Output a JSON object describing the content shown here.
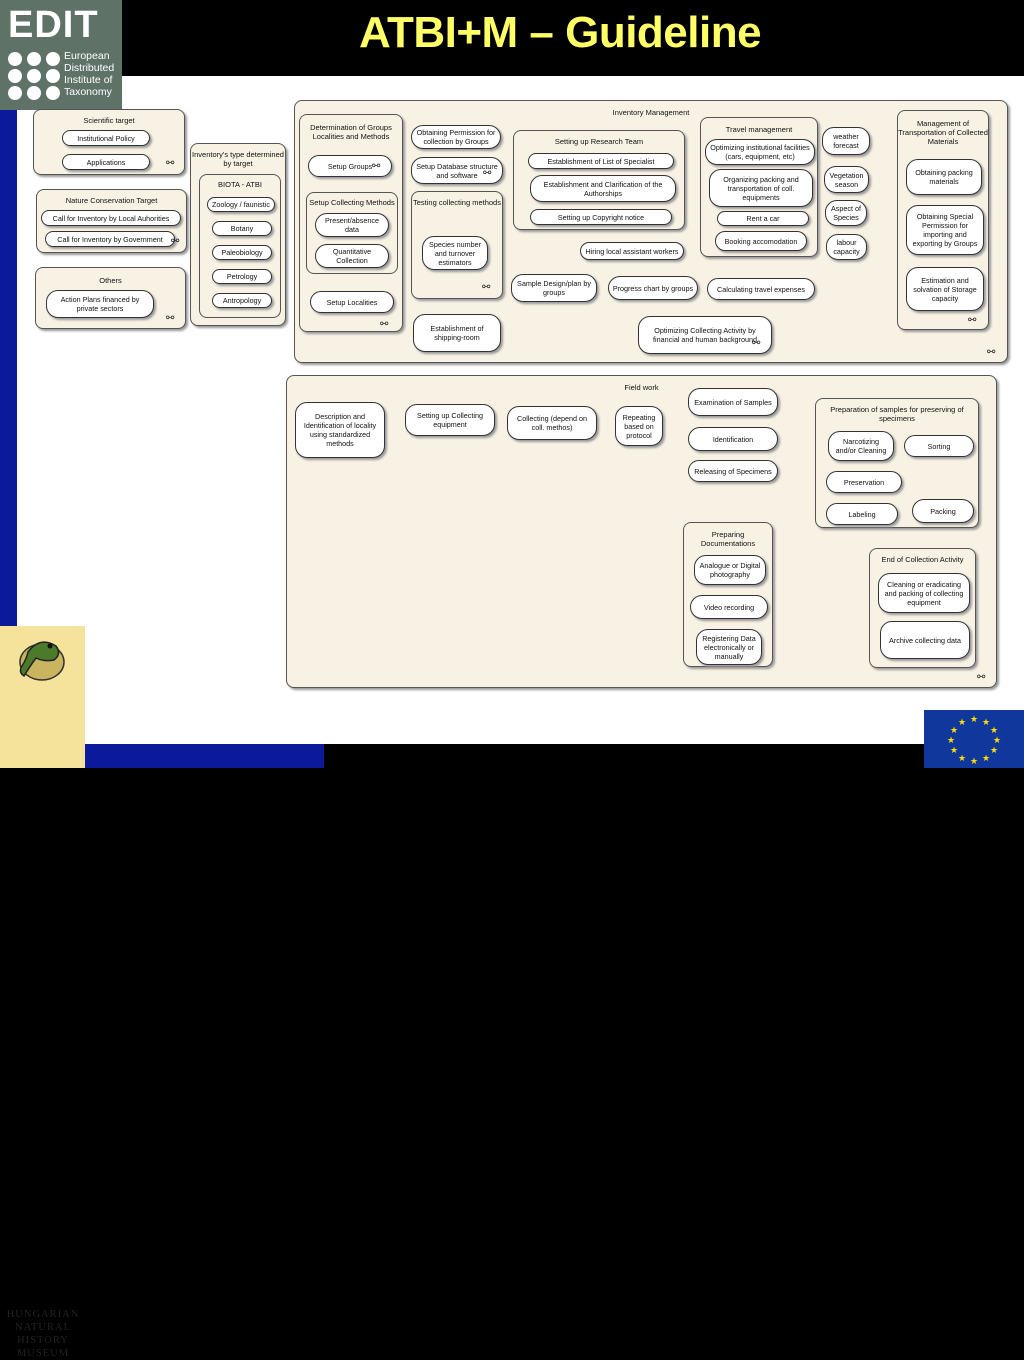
{
  "title": "ATBI+M – Guideline",
  "edit_logo": {
    "word": "EDIT",
    "lines": [
      "European",
      "Distributed",
      "Institute of",
      "Taxonomy"
    ]
  },
  "museum_logo": {
    "lines": [
      "HUNGARIAN",
      "NATURAL",
      "HISTORY",
      "MUSEUM"
    ]
  },
  "icons": {
    "link": "link-icon",
    "eu": "eu-flag-icon"
  },
  "colors": {
    "package_fill": "#f8f2e4",
    "title": "#ffff66",
    "strip_blue": "#0a1a9a"
  },
  "scientific_target": {
    "title": "Scientific target",
    "items": [
      "Institutional Policy",
      "Applications"
    ]
  },
  "nature_target": {
    "title": "Nature Conservation Target",
    "items": [
      "Call for Inventory by Local Auhorities",
      "Call for Inventory by Government"
    ]
  },
  "others": {
    "title": "Others",
    "items": [
      "Action Plans financed by private sectors"
    ]
  },
  "inventory_type": {
    "title": "Inventory's type determined by target",
    "biota_title": "BIOTA - ATBI",
    "items": [
      "Zoology / faunistic",
      "Botany",
      "Paleobiology",
      "Petrology",
      "Antropology"
    ]
  },
  "inventory_mgmt": {
    "title": "Inventory Management",
    "det_groups": {
      "title": "Determination of Groups Localities and Methods",
      "setup_groups": "Setup Groups",
      "collecting_methods": {
        "title": "Setup Collecting Methods",
        "items": [
          "Present/absence data",
          "Quantitative Collection"
        ]
      },
      "setup_localities": "Setup Localities"
    },
    "obtaining_permission": "Obtaining Permission for collection by Groups",
    "setup_database": "Setup Database structure and software",
    "testing": {
      "title": "Testing collecting methods",
      "item": "Species number and turnover estimators"
    },
    "shipping_room": "Establishment of shipping-room",
    "research_team": {
      "title": "Setting up Research Team",
      "items": [
        "Establishment of List of Specialist",
        "Establishment and Clarification of the Authorships",
        "Setting up Copyright notice"
      ]
    },
    "hiring": "Hiring local assistant workers",
    "sample_design": "Sample Design/plan by groups",
    "progress_chart": "Progress chart by groups",
    "travel_expenses": "Calculating travel expenses",
    "optimizing_activity": "Optimizing Collecting Activity by financial and human background",
    "travel": {
      "title": "Travel management",
      "items": [
        "Optimizing institutional facilities (cars,  equipment, etc)",
        "Organizing packing and transportation of coll. equipments",
        "Rent a car",
        "Booking accomodation"
      ]
    },
    "side_items": [
      "weather forecast",
      "Vegetation season",
      "Aspect of Species",
      "labour capacity"
    ],
    "transport": {
      "title": "Management of Transportation of Collected Materials",
      "items": [
        "Obtaining packing materials",
        "Obtaining Special Permission for importing and exporting by Groups",
        "Estimation and solvation of Storage capacity"
      ]
    }
  },
  "field_work": {
    "title": "Field work",
    "description": "Description and Identification of locality using standardized methods",
    "setup_equipment": "Setting up Collecting equipment",
    "collecting": "Collecting (depend on coll. methos)",
    "repeating": "Repeating based on protocol",
    "exam_items": [
      "Examination of Samples",
      "Identification",
      "Releasing of Specimens"
    ],
    "preparation": {
      "title": "Preparation of samples for preserving of specimens",
      "items": [
        "Narcotizing and/or Cleaning",
        "Sorting",
        "Preservation",
        "Labeling",
        "Packing"
      ]
    },
    "documentations": {
      "title": "Preparing Documentations",
      "items": [
        "Analogue or Digital photography",
        "Video recording",
        "Registering Data electronically or manually"
      ]
    },
    "end_activity": {
      "title": "End of Collection Activity",
      "items": [
        "Cleaning or eradicating and packing of collecting equipment",
        "Archive collecting data"
      ]
    }
  }
}
